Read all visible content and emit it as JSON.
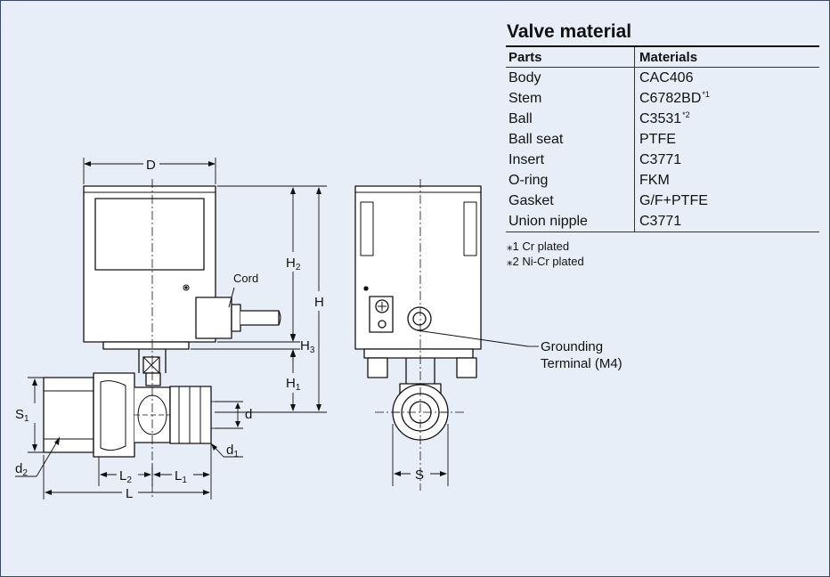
{
  "labels": {
    "D": "D",
    "H": "H",
    "H1": "H",
    "H1_sub": "1",
    "H2": "H",
    "H2_sub": "2",
    "H3": "H",
    "H3_sub": "3",
    "cord": "Cord",
    "d": "d",
    "d1": "d",
    "d1_sub": "1",
    "d2": "d",
    "d2_sub": "2",
    "S": "S",
    "S1": "S",
    "S1_sub": "1",
    "L": "L",
    "L1": "L",
    "L1_sub": "1",
    "L2": "L",
    "L2_sub": "2",
    "grounding_line1": "Grounding",
    "grounding_line2": "Terminal (M4)"
  },
  "materials": {
    "title": "Valve material",
    "header_parts": "Parts",
    "header_materials": "Materials",
    "rows": [
      {
        "part": "Body",
        "material": "CAC406",
        "note": ""
      },
      {
        "part": "Stem",
        "material": "C6782BD",
        "note": "*1"
      },
      {
        "part": "Ball",
        "material": "C3531",
        "note": "*2"
      },
      {
        "part": "Ball seat",
        "material": "PTFE",
        "note": ""
      },
      {
        "part": "Insert",
        "material": "C3771",
        "note": ""
      },
      {
        "part": "O-ring",
        "material": "FKM",
        "note": ""
      },
      {
        "part": "Gasket",
        "material": "G/F+PTFE",
        "note": ""
      },
      {
        "part": "Union nipple",
        "material": "C3771",
        "note": ""
      }
    ],
    "notes": [
      "⁎1 Cr plated",
      "⁎2 Ni-Cr plated"
    ]
  },
  "colors": {
    "background": "#e8eef8",
    "border": "#3a4a66",
    "line": "#111111"
  }
}
